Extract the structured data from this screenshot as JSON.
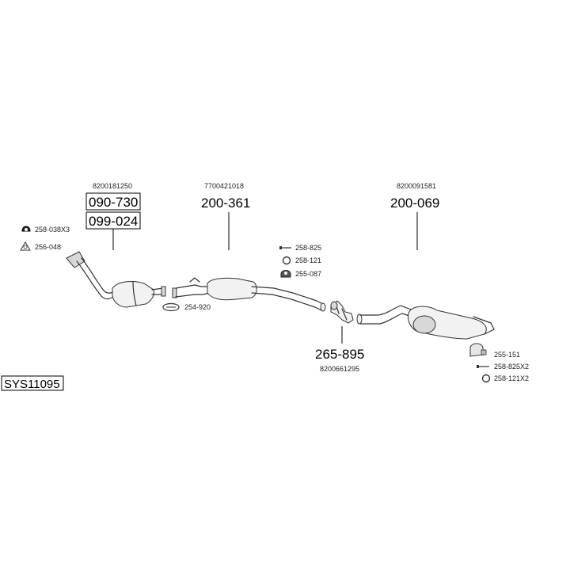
{
  "system_code": "SYS11095",
  "assemblies": [
    {
      "oem": "8200181250",
      "parts": [
        "090-730",
        "099-024"
      ]
    },
    {
      "oem": "7700421018",
      "parts": [
        "200-361"
      ]
    },
    {
      "oem": "8200091581",
      "parts": [
        "200-069"
      ]
    },
    {
      "oem": "8200661295",
      "parts": [
        "265-895"
      ]
    }
  ],
  "accessories": [
    {
      "code": "258-038X3",
      "icon": "rubber-hanger-icon"
    },
    {
      "code": "256-048",
      "icon": "triangular-gasket-icon"
    },
    {
      "code": "258-825",
      "icon": "bolt-icon"
    },
    {
      "code": "258-121",
      "icon": "ring-gasket-icon"
    },
    {
      "code": "255-087",
      "icon": "clamp-icon"
    },
    {
      "code": "254-920",
      "icon": "flange-clamp-icon"
    },
    {
      "code": "255-151",
      "icon": "clamp-icon"
    },
    {
      "code": "258-825X2",
      "icon": "bolt-icon"
    },
    {
      "code": "258-121X2",
      "icon": "ring-gasket-icon"
    }
  ]
}
